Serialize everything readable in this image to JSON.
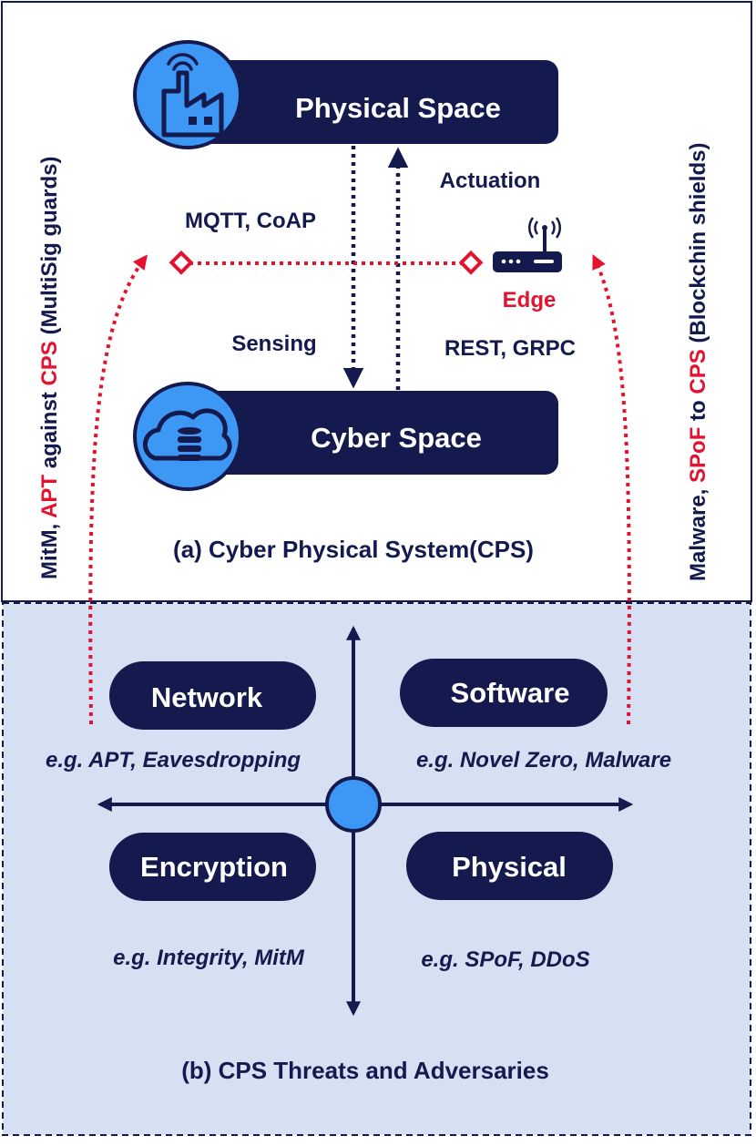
{
  "colors": {
    "navy": "#141a4e",
    "accent_blue": "#3d97f4",
    "threat_red": "#e3122e",
    "threat_panel_bg": "#d5e0f3"
  },
  "cps": {
    "physical_space": "Physical Space",
    "cyber_space": "Cyber Space",
    "actuation": "Actuation",
    "sensing": "Sensing",
    "mqtt_coap": "MQTT, CoAP",
    "rest_grpc": "REST, GRPC",
    "edge": "Edge",
    "caption": "(a) Cyber Physical System(CPS)",
    "icons": {
      "physical": "factory-icon",
      "cyber": "cloud-database-icon",
      "edge": "router-icon"
    }
  },
  "left_label": {
    "part1": "MitM, ",
    "part2": "APT",
    "part3": " against ",
    "part4": "CPS",
    "part5": " (MultiSig guards)"
  },
  "right_label": {
    "part1": "Malware, ",
    "part2": "SPoF",
    "part3": " to ",
    "part4": "CPS",
    "part5": " (Blockchin shields)"
  },
  "threats": {
    "network": "Network",
    "network_eg": "e.g. APT, Eavesdropping",
    "software": "Software",
    "software_eg": "e.g. Novel Zero, Malware",
    "encryption": "Encryption",
    "encryption_eg": "e.g. Integrity, MitM",
    "physical": "Physical",
    "physical_eg": "e.g. SPoF, DDoS",
    "caption": "(b) CPS Threats and Adversaries"
  }
}
